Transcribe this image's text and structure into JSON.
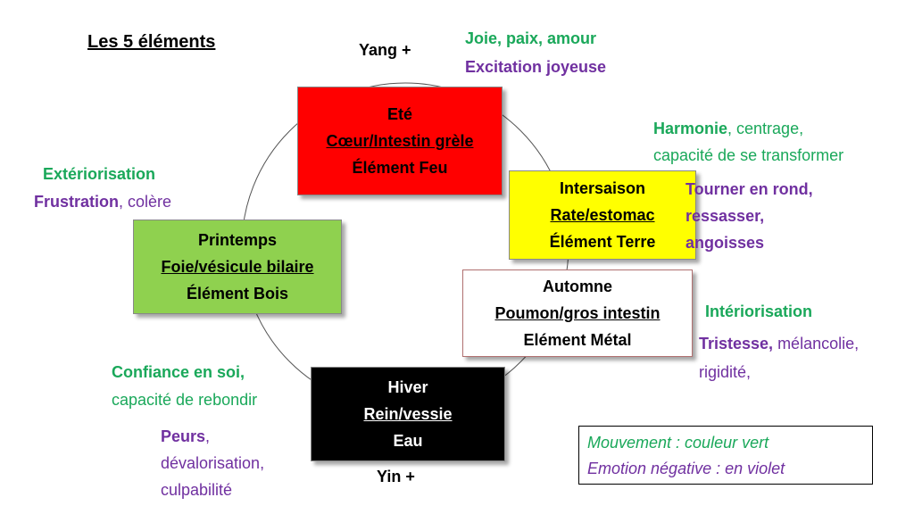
{
  "title": "Les 5 éléments",
  "poles": {
    "top": "Yang +",
    "bottom": "Yin +"
  },
  "elements": {
    "fire": {
      "line1": "Eté",
      "line2": "Cœur/Intestin grèle",
      "line3": "Élément Feu",
      "color": "#ff0000"
    },
    "earth": {
      "line1": "Intersaison",
      "line2": "Rate/estomac",
      "line3": "Élément Terre",
      "color": "#ffff00"
    },
    "wood": {
      "line1": "Printemps",
      "line2": "Foie/vésicule bilaire",
      "line3": "Élément Bois",
      "color": "#8fd14f"
    },
    "metal": {
      "line1": "Automne",
      "line2": "Poumon/gros intestin",
      "line3": "Elément Métal",
      "color": "#ffffff"
    },
    "water": {
      "line1": "Hiver",
      "line2": "Rein/vessie",
      "line3": "Eau",
      "color": "#000000"
    }
  },
  "annotations": {
    "fire": {
      "movement": "Joie, paix, amour",
      "emotion": "Excitation joyeuse"
    },
    "earth": {
      "movement_bold": "Harmonie",
      "movement_rest": ", centrage,",
      "movement_line2": "capacité de se transformer",
      "emotion_line1": "Tourner en rond,",
      "emotion_line2": "ressasser,",
      "emotion_line3": "angoisses"
    },
    "wood": {
      "movement": "Extériorisation",
      "emotion_bold": "Frustration",
      "emotion_rest": ", colère"
    },
    "metal": {
      "movement": "Intériorisation",
      "emotion_bold": "Tristesse,",
      "emotion_rest": " mélancolie,",
      "emotion_line2": "rigidité,"
    },
    "water": {
      "movement_bold": "Confiance en soi,",
      "movement_line2": "capacité de rebondir",
      "emotion_bold": "Peurs",
      "emotion_rest": ",",
      "emotion_line2": "dévalorisation,",
      "emotion_line3": "culpabilité"
    }
  },
  "legend": {
    "line1": "Mouvement : couleur vert",
    "line2": "Emotion négative : en violet"
  },
  "colors": {
    "movement": "#1aa85a",
    "emotion": "#7030a0"
  }
}
